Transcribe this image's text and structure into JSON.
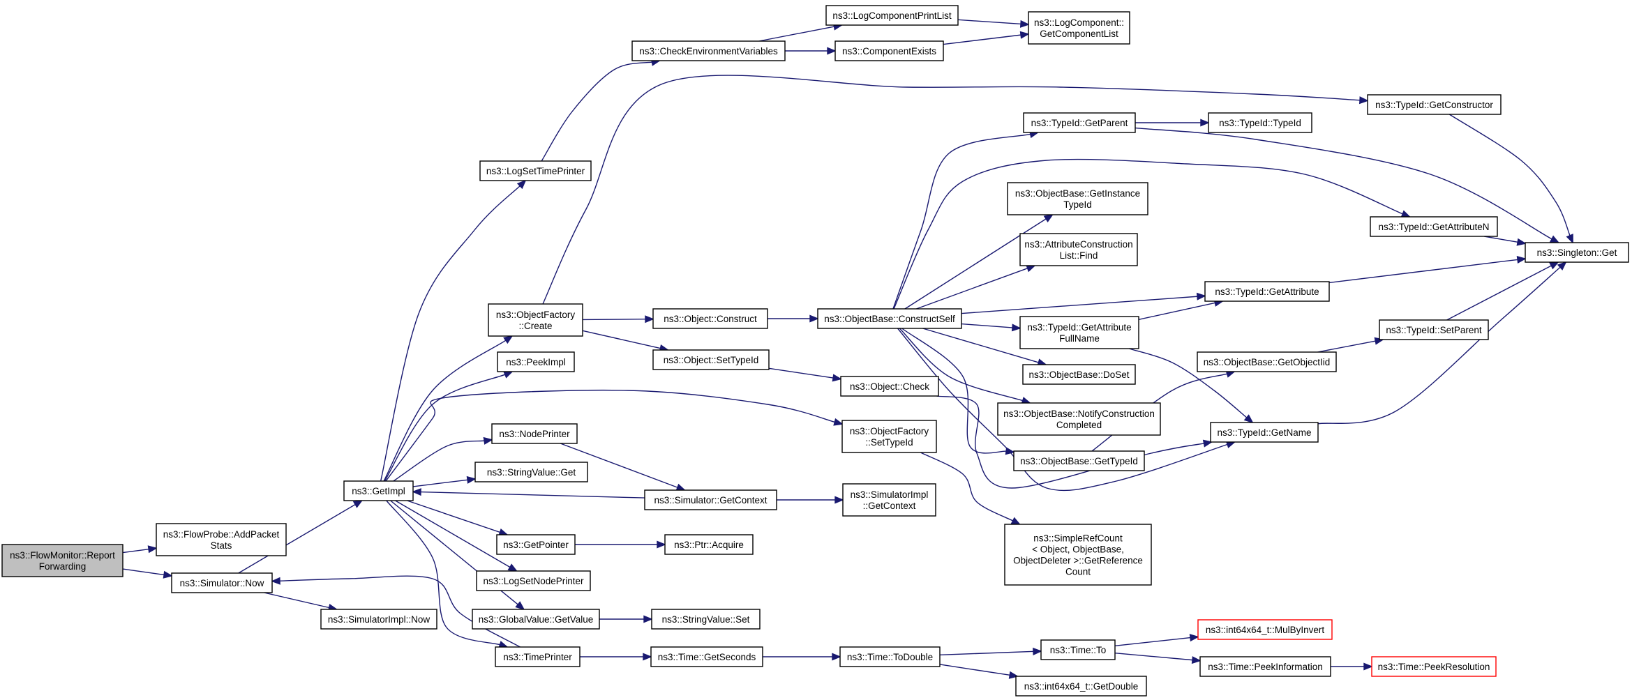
{
  "colors": {
    "edge": "#191970",
    "root_fill": "#bfbfbf",
    "truncated_border": "#ff0000"
  },
  "nodes": [
    {
      "id": "flowmonitor",
      "lines": [
        "ns3::FlowMonitor::Report",
        "Forwarding"
      ],
      "role": "root"
    },
    {
      "id": "addpacketstats",
      "lines": [
        "ns3::FlowProbe::AddPacket",
        "Stats"
      ]
    },
    {
      "id": "simnow",
      "lines": [
        "ns3::Simulator::Now"
      ]
    },
    {
      "id": "getimpl",
      "lines": [
        "ns3::GetImpl"
      ]
    },
    {
      "id": "simimplnow",
      "lines": [
        "ns3::SimulatorImpl::Now"
      ]
    },
    {
      "id": "logsettimeprinter",
      "lines": [
        "ns3::LogSetTimePrinter"
      ]
    },
    {
      "id": "objfactorycreate",
      "lines": [
        "ns3::ObjectFactory",
        "::Create"
      ]
    },
    {
      "id": "peekimpl",
      "lines": [
        "ns3::PeekImpl"
      ]
    },
    {
      "id": "nodeprinter",
      "lines": [
        "ns3::NodePrinter"
      ]
    },
    {
      "id": "stringvalueget",
      "lines": [
        "ns3::StringValue::Get"
      ]
    },
    {
      "id": "getpointer",
      "lines": [
        "ns3::GetPointer"
      ]
    },
    {
      "id": "logsetnodeprinter",
      "lines": [
        "ns3::LogSetNodePrinter"
      ]
    },
    {
      "id": "globalvaluegetvalue",
      "lines": [
        "ns3::GlobalValue::GetValue"
      ]
    },
    {
      "id": "timeprinter",
      "lines": [
        "ns3::TimePrinter"
      ]
    },
    {
      "id": "checkenv",
      "lines": [
        "ns3::CheckEnvironmentVariables"
      ]
    },
    {
      "id": "objconstruct",
      "lines": [
        "ns3::Object::Construct"
      ]
    },
    {
      "id": "objsettypeid",
      "lines": [
        "ns3::Object::SetTypeId"
      ]
    },
    {
      "id": "simgetcontext",
      "lines": [
        "ns3::Simulator::GetContext"
      ]
    },
    {
      "id": "ptracquire",
      "lines": [
        "ns3::Ptr::Acquire"
      ]
    },
    {
      "id": "stringvalueset",
      "lines": [
        "ns3::StringValue::Set"
      ]
    },
    {
      "id": "timegetseconds",
      "lines": [
        "ns3::Time::GetSeconds"
      ]
    },
    {
      "id": "logcomponentprintlist",
      "lines": [
        "ns3::LogComponentPrintList"
      ]
    },
    {
      "id": "componentexists",
      "lines": [
        "ns3::ComponentExists"
      ]
    },
    {
      "id": "objbaseconstructself",
      "lines": [
        "ns3::ObjectBase::ConstructSelf"
      ]
    },
    {
      "id": "objcheck",
      "lines": [
        "ns3::Object::Check"
      ]
    },
    {
      "id": "objfactorysettypeid",
      "lines": [
        "ns3::ObjectFactory",
        "::SetTypeId"
      ]
    },
    {
      "id": "simimplgetcontext",
      "lines": [
        "ns3::SimulatorImpl",
        "::GetContext"
      ]
    },
    {
      "id": "timetodouble",
      "lines": [
        "ns3::Time::ToDouble"
      ]
    },
    {
      "id": "logcomponentgetlist",
      "lines": [
        "ns3::LogComponent::",
        "GetComponentList"
      ]
    },
    {
      "id": "typeidgetparent",
      "lines": [
        "ns3::TypeId::GetParent"
      ]
    },
    {
      "id": "objbasegetinstancetypeid",
      "lines": [
        "ns3::ObjectBase::GetInstance",
        "TypeId"
      ]
    },
    {
      "id": "attrconstructionlistfind",
      "lines": [
        "ns3::AttributeConstruction",
        "List::Find"
      ]
    },
    {
      "id": "typeidgetattributefullname",
      "lines": [
        "ns3::TypeId::GetAttribute",
        "FullName"
      ]
    },
    {
      "id": "objbasedoset",
      "lines": [
        "ns3::ObjectBase::DoSet"
      ]
    },
    {
      "id": "objbasenotifyconstructioncompleted",
      "lines": [
        "ns3::ObjectBase::NotifyConstruction",
        "Completed"
      ]
    },
    {
      "id": "objbasegettypeid",
      "lines": [
        "ns3::ObjectBase::GetTypeId"
      ]
    },
    {
      "id": "simplerefcount",
      "lines": [
        "ns3::SimpleRefCount",
        "< Object, ObjectBase,",
        "ObjectDeleter >::GetReference",
        "Count"
      ]
    },
    {
      "id": "int64getdouble",
      "lines": [
        "ns3::int64x64_t::GetDouble"
      ]
    },
    {
      "id": "typeidtypeid",
      "lines": [
        "ns3::TypeId::TypeId"
      ]
    },
    {
      "id": "typeidgetconstructor",
      "lines": [
        "ns3::TypeId::GetConstructor"
      ]
    },
    {
      "id": "typeidgetattributen",
      "lines": [
        "ns3::TypeId::GetAttributeN"
      ]
    },
    {
      "id": "typeidgetattribute",
      "lines": [
        "ns3::TypeId::GetAttribute"
      ]
    },
    {
      "id": "objbasegetobjectiid",
      "lines": [
        "ns3::ObjectBase::GetObjectIid"
      ]
    },
    {
      "id": "typeidgetname",
      "lines": [
        "ns3::TypeId::GetName"
      ]
    },
    {
      "id": "timeto",
      "lines": [
        "ns3::Time::To"
      ]
    },
    {
      "id": "timepeekinformation",
      "lines": [
        "ns3::Time::PeekInformation"
      ]
    },
    {
      "id": "int64mulbyinvert",
      "lines": [
        "ns3::int64x64_t::MulByInvert"
      ],
      "role": "truncated"
    },
    {
      "id": "timepeekresolution",
      "lines": [
        "ns3::Time::PeekResolution"
      ],
      "role": "truncated"
    },
    {
      "id": "typeidsetparent",
      "lines": [
        "ns3::TypeId::SetParent"
      ]
    },
    {
      "id": "singletonget",
      "lines": [
        "ns3::Singleton::Get"
      ]
    }
  ],
  "edges": [
    [
      "flowmonitor",
      "addpacketstats"
    ],
    [
      "flowmonitor",
      "simnow"
    ],
    [
      "simnow",
      "getimpl"
    ],
    [
      "simnow",
      "simimplnow"
    ],
    [
      "getimpl",
      "logsettimeprinter"
    ],
    [
      "getimpl",
      "objfactorycreate"
    ],
    [
      "getimpl",
      "peekimpl"
    ],
    [
      "getimpl",
      "nodeprinter"
    ],
    [
      "getimpl",
      "stringvalueget"
    ],
    [
      "getimpl",
      "objfactorysettypeid"
    ],
    [
      "getimpl",
      "getpointer"
    ],
    [
      "getimpl",
      "logsetnodeprinter"
    ],
    [
      "getimpl",
      "globalvaluegetvalue"
    ],
    [
      "getimpl",
      "timeprinter"
    ],
    [
      "logsettimeprinter",
      "checkenv"
    ],
    [
      "checkenv",
      "logcomponentprintlist"
    ],
    [
      "checkenv",
      "componentexists"
    ],
    [
      "logcomponentprintlist",
      "logcomponentgetlist"
    ],
    [
      "componentexists",
      "logcomponentgetlist"
    ],
    [
      "objfactorycreate",
      "typeidgetconstructor"
    ],
    [
      "objfactorycreate",
      "objconstruct"
    ],
    [
      "objfactorycreate",
      "objsettypeid"
    ],
    [
      "objconstruct",
      "objbaseconstructself"
    ],
    [
      "objsettypeid",
      "objcheck"
    ],
    [
      "objcheck",
      "typeidgetname"
    ],
    [
      "objfactorysettypeid",
      "simplerefcount"
    ],
    [
      "nodeprinter",
      "simgetcontext"
    ],
    [
      "simgetcontext",
      "getimpl"
    ],
    [
      "simgetcontext",
      "simimplgetcontext"
    ],
    [
      "getpointer",
      "ptracquire"
    ],
    [
      "globalvaluegetvalue",
      "stringvalueset"
    ],
    [
      "timeprinter",
      "simnow"
    ],
    [
      "timeprinter",
      "timegetseconds"
    ],
    [
      "timegetseconds",
      "timetodouble"
    ],
    [
      "timetodouble",
      "timeto"
    ],
    [
      "timetodouble",
      "int64getdouble"
    ],
    [
      "timeto",
      "int64mulbyinvert"
    ],
    [
      "timeto",
      "timepeekinformation"
    ],
    [
      "timepeekinformation",
      "timepeekresolution"
    ],
    [
      "objbaseconstructself",
      "typeidgetparent"
    ],
    [
      "objbaseconstructself",
      "typeidgetattributen"
    ],
    [
      "objbaseconstructself",
      "objbasegetinstancetypeid"
    ],
    [
      "objbaseconstructself",
      "attrconstructionlistfind"
    ],
    [
      "objbaseconstructself",
      "typeidgetattribute"
    ],
    [
      "objbaseconstructself",
      "typeidgetattributefullname"
    ],
    [
      "objbaseconstructself",
      "objbasedoset"
    ],
    [
      "objbaseconstructself",
      "objbasenotifyconstructioncompleted"
    ],
    [
      "objbaseconstructself",
      "objbasegettypeid"
    ],
    [
      "objbaseconstructself",
      "typeidgetname"
    ],
    [
      "typeidgetparent",
      "typeidtypeid"
    ],
    [
      "typeidgetparent",
      "singletonget"
    ],
    [
      "typeidgetattributefullname",
      "typeidgetattribute"
    ],
    [
      "typeidgetattributefullname",
      "typeidgetname"
    ],
    [
      "objbasegettypeid",
      "objbasegetobjectiid"
    ],
    [
      "objbasegetobjectiid",
      "typeidsetparent"
    ],
    [
      "typeidsetparent",
      "singletonget"
    ],
    [
      "typeidgetconstructor",
      "singletonget"
    ],
    [
      "typeidgetattributen",
      "singletonget"
    ],
    [
      "typeidgetattribute",
      "singletonget"
    ],
    [
      "typeidgetname",
      "singletonget"
    ]
  ]
}
